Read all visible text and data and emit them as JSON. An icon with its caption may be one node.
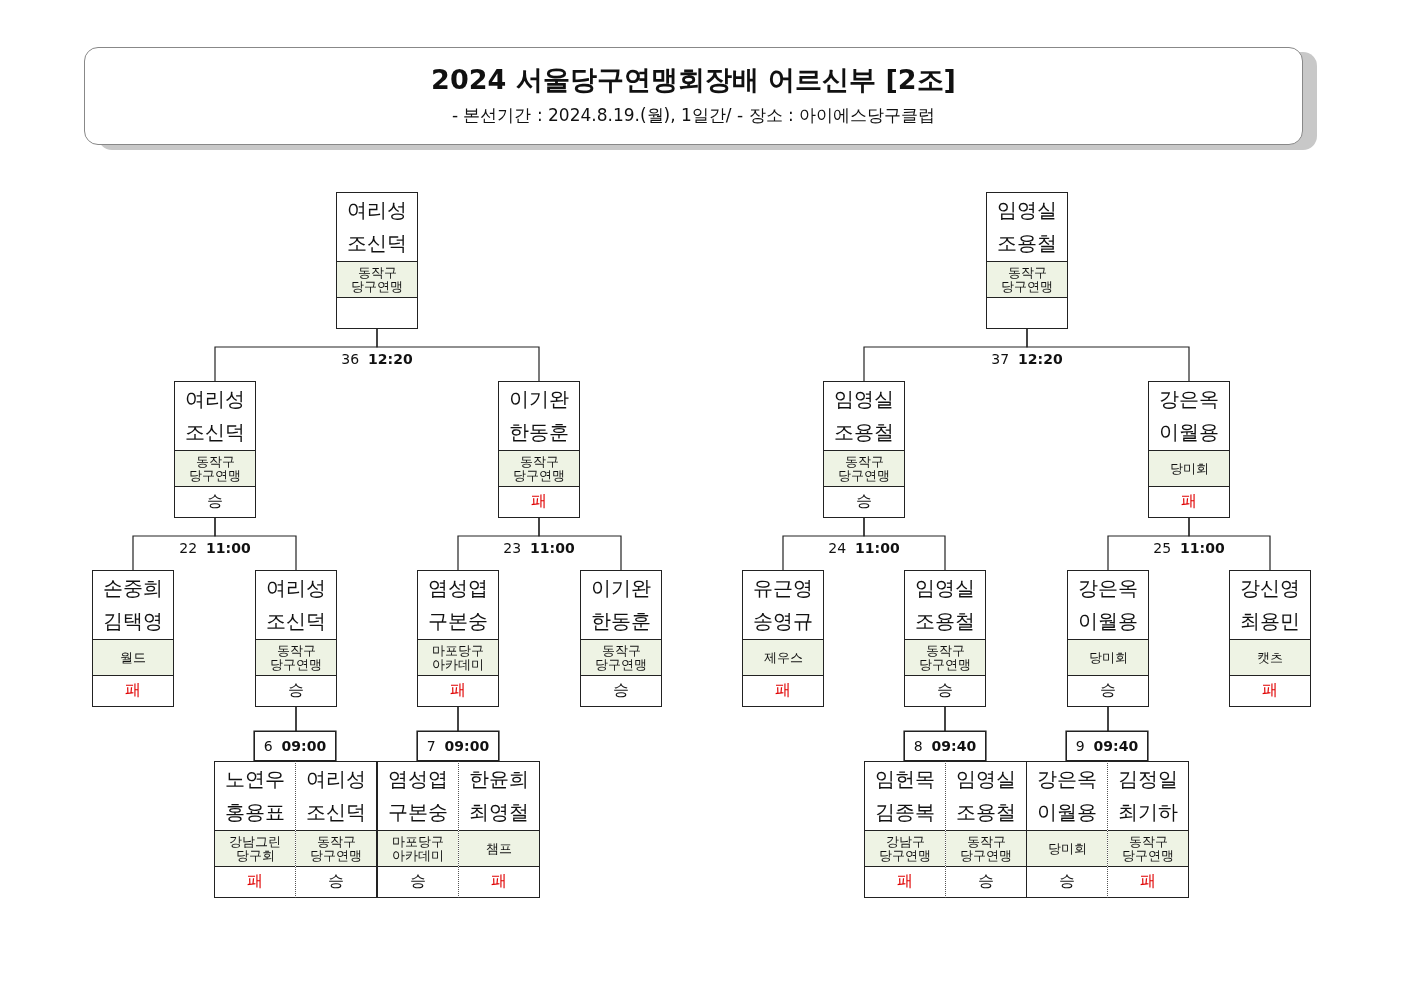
{
  "diagram": {
    "title": "2024 서울당구연맹회장배 어르신부 [2조]",
    "nodes": [
      {
        "text": [
          "여리성",
          "조신덕",
          "동작구 당구연맹"
        ]
      },
      {
        "text": [
          "여리성",
          "조신덕",
          "동작구 당구연맹",
          "승"
        ]
      },
      {
        "text": [
          "이기완",
          "한동훈",
          "동작구 당구연맹",
          "패"
        ]
      },
      {
        "text": [
          "손중희",
          "김택영",
          "월드",
          "패"
        ]
      },
      {
        "text": [
          "여리성",
          "조신덕",
          "동작구 당구연맹",
          "승"
        ]
      },
      {
        "text": [
          "염성엽",
          "구본숭",
          "마포당구 아카데미",
          "패"
        ]
      },
      {
        "text": [
          "이기완",
          "한동훈",
          "동작구 당구연맹",
          "승"
        ]
      },
      {
        "text": [
          "노연우",
          "홍용표",
          "강남그린 당구회",
          "패"
        ]
      },
      {
        "text": [
          "여리성",
          "조신덕",
          "동작구 당구연맹",
          "승"
        ]
      },
      {
        "text": [
          "염성엽",
          "구본숭",
          "마포당구 아카데미",
          "승"
        ]
      },
      {
        "text": [
          "한윤희",
          "최영철",
          "챔프",
          "패"
        ]
      },
      {
        "text": [
          "임영실",
          "조용철",
          "동작구 당구연맹"
        ]
      },
      {
        "text": [
          "임영실",
          "조용철",
          "동작구 당구연맹",
          "승"
        ]
      },
      {
        "text": [
          "강은옥",
          "이월용",
          "당미회",
          "패"
        ]
      },
      {
        "text": [
          "유근영",
          "송영규",
          "제우스",
          "패"
        ]
      },
      {
        "text": [
          "임영실",
          "조용철",
          "동작구 당구연맹",
          "승"
        ]
      },
      {
        "text": [
          "강은옥",
          "이월용",
          "당미회",
          "승"
        ]
      },
      {
        "text": [
          "강신영",
          "최용민",
          "캣츠",
          "패"
        ]
      },
      {
        "text": [
          "임헌목",
          "김종복",
          "강남구 당구연맹",
          "패"
        ]
      },
      {
        "text": [
          "임영실",
          "조용철",
          "동작구 당구연맹",
          "승"
        ]
      },
      {
        "text": [
          "강은옥",
          "이월용",
          "당미회",
          "승"
        ]
      },
      {
        "text": [
          "김정일",
          "최기하",
          "동작구 당구연맹",
          "패"
        ]
      }
    ],
    "edges": [
      {
        "from": 0,
        "to": 1,
        "arrow": "none",
        "label": "36 **12:20**"
      },
      {
        "from": 0,
        "to": 2,
        "arrow": "none"
      },
      {
        "from": 1,
        "to": 3,
        "arrow": "none",
        "label": "22 **11:00**"
      },
      {
        "from": 1,
        "to": 4,
        "arrow": "none"
      },
      {
        "from": 2,
        "to": 5,
        "arrow": "none",
        "label": "23 **11:00**"
      },
      {
        "from": 2,
        "to": 6,
        "arrow": "none"
      },
      {
        "from": 4,
        "to": 7,
        "arrow": "none",
        "label": "6 **09:00**"
      },
      {
        "from": 4,
        "to": 8,
        "arrow": "none"
      },
      {
        "from": 5,
        "to": 9,
        "arrow": "none",
        "label": "7 **09:00**"
      },
      {
        "from": 5,
        "to": 10,
        "arrow": "none"
      },
      {
        "from": 11,
        "to": 12,
        "arrow": "none",
        "label": "37 **12:20**"
      },
      {
        "from": 11,
        "to": 13,
        "arrow": "none"
      },
      {
        "from": 12,
        "to": 14,
        "arrow": "none",
        "label": "24 **11:00**"
      },
      {
        "from": 12,
        "to": 15,
        "arrow": "none"
      },
      {
        "from": 13,
        "to": 16,
        "arrow": "none",
        "label": "25 **11:00**"
      },
      {
        "from": 13,
        "to": 17,
        "arrow": "none"
      },
      {
        "from": 15,
        "to": 18,
        "arrow": "none",
        "label": "8 **09:40**"
      },
      {
        "from": 15,
        "to": 19,
        "arrow": "none"
      },
      {
        "from": 16,
        "to": 20,
        "arrow": "none",
        "label": "9 **09:40**"
      },
      {
        "from": 16,
        "to": 21,
        "arrow": "none"
      }
    ],
    "labels": [
      "- 본선기간 : 2024.8.19.(월), 1일간/ - 장소 : 아이에스당구클럽"
    ]
  }
}
